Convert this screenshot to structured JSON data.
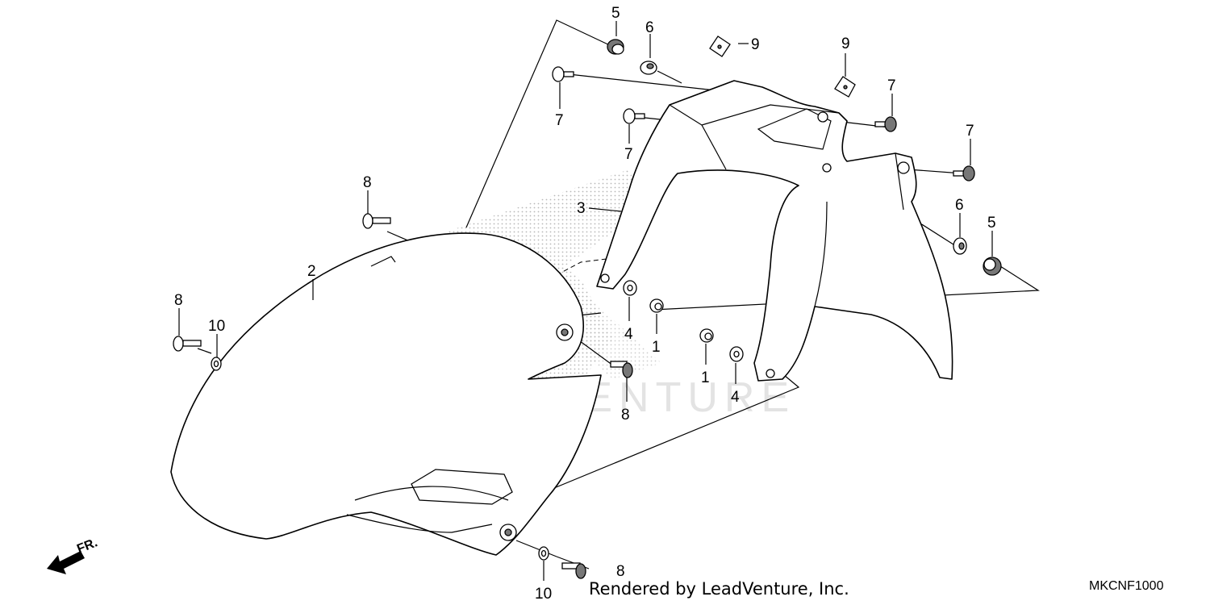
{
  "watermark": {
    "brand_text": "LEADVENTURE"
  },
  "footer": {
    "render_credit": "Rendered by LeadVenture, Inc.",
    "diagram_code": "MKCNF1000"
  },
  "direction_label": "FR.",
  "callouts": {
    "c5_top": "5",
    "c6_top": "6",
    "c9_left": "9",
    "c9_right": "9",
    "c7_a": "7",
    "c7_b": "7",
    "c7_c": "7",
    "c7_d": "7",
    "c3": "3",
    "c8_top": "8",
    "c2": "2",
    "c8_left": "8",
    "c10_left": "10",
    "c4_left": "4",
    "c1_left": "1",
    "c1_right": "1",
    "c4_right": "4",
    "c8_mid": "8",
    "c6_right": "6",
    "c5_right": "5",
    "c8_bottom": "8",
    "c10_bottom": "10"
  }
}
